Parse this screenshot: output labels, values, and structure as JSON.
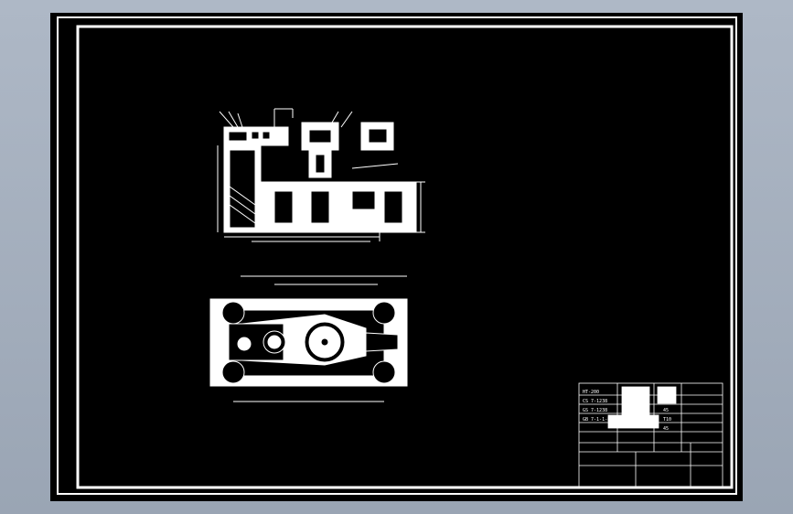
{
  "viewer": {
    "background_color": "#9fa9b7",
    "paper_color": "#000000",
    "line_color": "#ffffff"
  },
  "drawing": {
    "title_block": {
      "text_rows": [
        "HT-200",
        "CS 7-1238",
        "GS 7-1238",
        "GB 7-1-1-80"
      ],
      "material_cells": [
        "T10",
        "45",
        "T10",
        "45"
      ]
    }
  }
}
